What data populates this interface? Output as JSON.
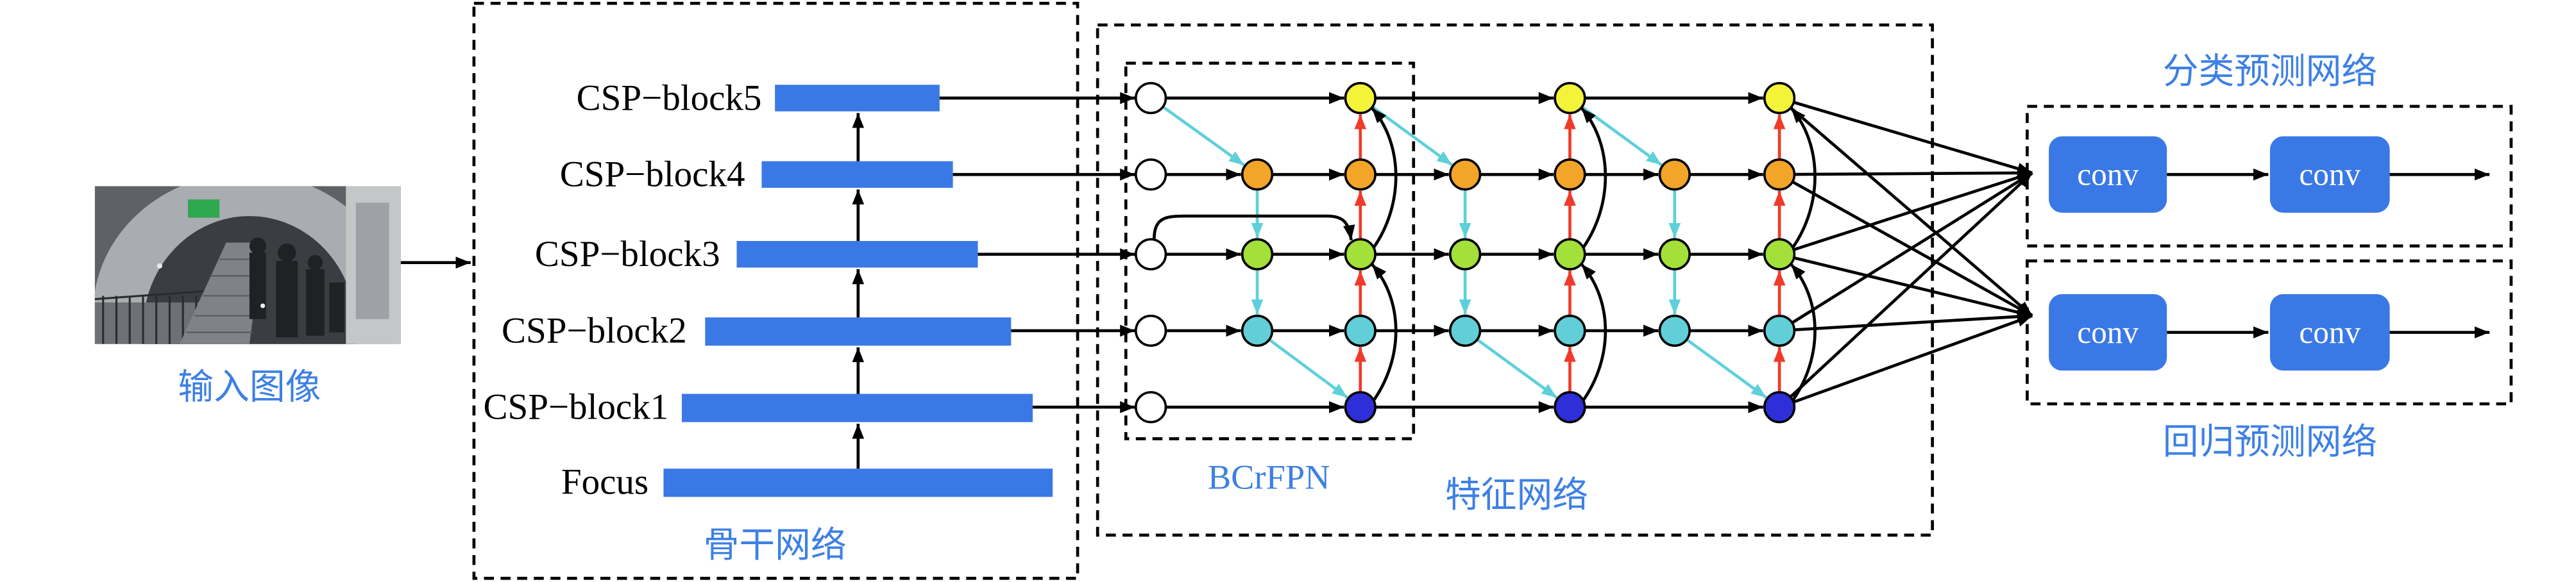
{
  "input": {
    "label": "输入图像"
  },
  "backbone": {
    "title": "骨干网络",
    "blocks": [
      {
        "label": "CSP−block5"
      },
      {
        "label": "CSP−block4"
      },
      {
        "label": "CSP−block3"
      },
      {
        "label": "CSP−block2"
      },
      {
        "label": "CSP−block1"
      },
      {
        "label": "Focus"
      }
    ]
  },
  "feature_network": {
    "title": "特征网络",
    "bcrfpn_label": "BCrFPN",
    "node_grid": [
      [
        "white",
        null,
        "yellow",
        null,
        "yellow",
        null,
        "yellow"
      ],
      [
        "white",
        "orange",
        "orange",
        "orange",
        "orange",
        "orange",
        "orange"
      ],
      [
        "white",
        "green",
        "green",
        "green",
        "green",
        "green",
        "green"
      ],
      [
        "white",
        "cyan",
        "cyan",
        "cyan",
        "cyan",
        "cyan",
        "cyan"
      ],
      [
        "white",
        null,
        "blue",
        null,
        "blue",
        null,
        "blue"
      ]
    ]
  },
  "heads": {
    "classification": {
      "title": "分类预测网络",
      "layers": [
        "conv",
        "conv"
      ]
    },
    "regression": {
      "title": "回归预测网络",
      "layers": [
        "conv",
        "conv"
      ]
    }
  },
  "colors": {
    "block_fill": "#3a78e6",
    "label_text": "#3d80e4",
    "edge_lateral": "#000000",
    "edge_top_down": "#5fd0da",
    "edge_bottom_up": "#f03a2a",
    "node": {
      "white": "#ffffff",
      "yellow": "#f3f33a",
      "orange": "#f3a52a",
      "green": "#a3e03a",
      "cyan": "#62cfd8",
      "blue": "#2f2fd9"
    }
  }
}
